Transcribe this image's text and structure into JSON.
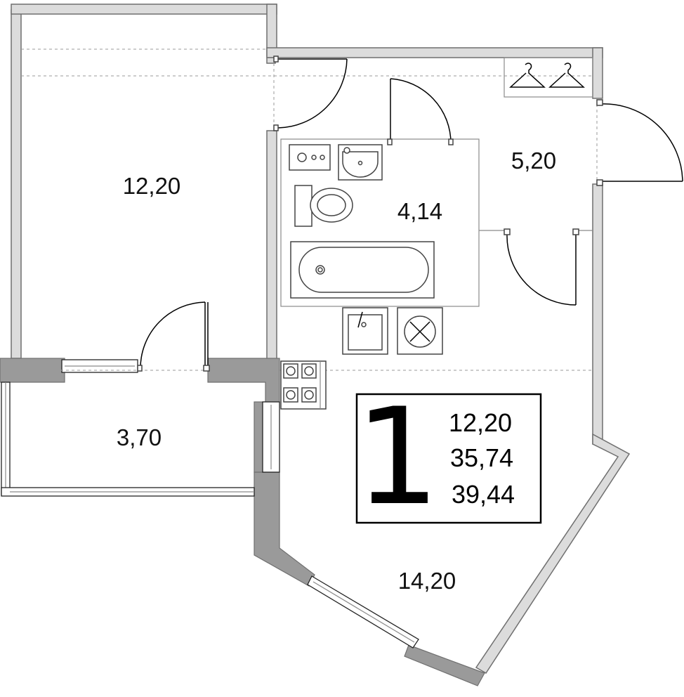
{
  "rooms": {
    "bedroom_area": "12,20",
    "bathroom_area": "4,14",
    "hall_area": "5,20",
    "balcony_area": "3,70",
    "living_area": "14,20"
  },
  "info_box": {
    "rooms_count": "1",
    "living_area": "12,20",
    "total_area": "35,74",
    "total_with_balcony": "39,44"
  }
}
